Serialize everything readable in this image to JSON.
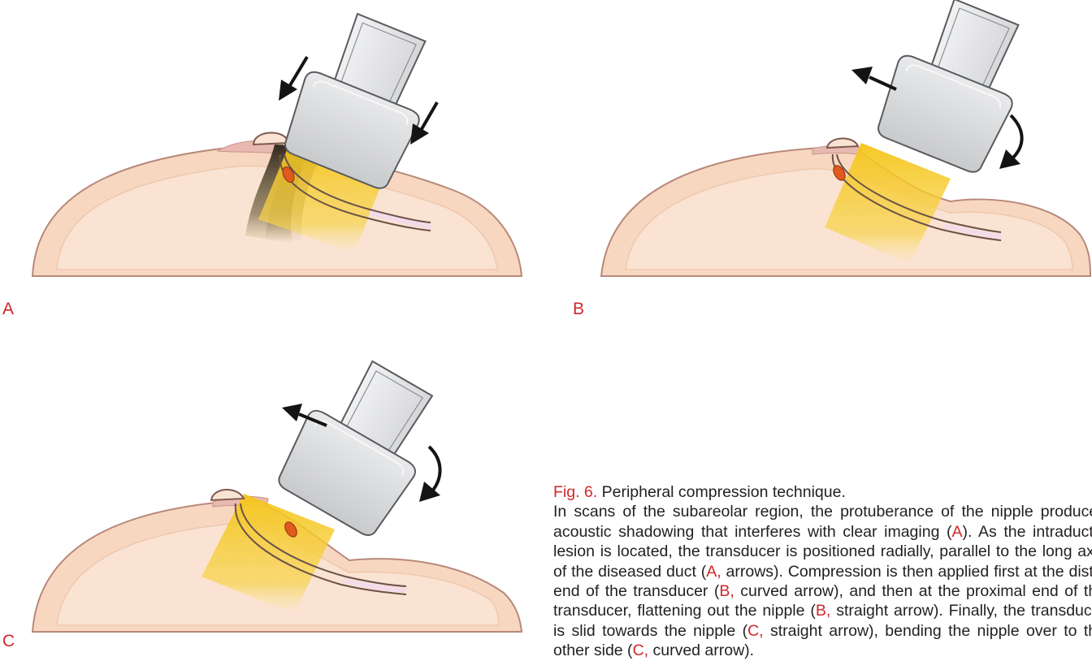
{
  "panels": [
    {
      "label": "A"
    },
    {
      "label": "B"
    },
    {
      "label": "C"
    }
  ],
  "caption": {
    "figure_number": "Fig. 6.",
    "title": "Peripheral compression technique.",
    "segments": [
      {
        "t": "In scans of the subareolar region, the protuberance of the nipple produces acoustic shadowing that interferes with clear imaging (",
        "ref": false
      },
      {
        "t": "A",
        "ref": true
      },
      {
        "t": "). As the intraductal lesion is located, the transducer is positioned radially, parallel to the long axis of the diseased duct (",
        "ref": false
      },
      {
        "t": "A,",
        "ref": true
      },
      {
        "t": " arrows). Compression is then applied first at the distal end of the transducer (",
        "ref": false
      },
      {
        "t": "B,",
        "ref": true
      },
      {
        "t": " curved arrow), and then at the proximal end of the transducer, flattening out the nipple (",
        "ref": false
      },
      {
        "t": "B,",
        "ref": true
      },
      {
        "t": " straight arrow). Finally, the transducer is slid towards the nipple (",
        "ref": false
      },
      {
        "t": "C,",
        "ref": true
      },
      {
        "t": " straight arrow), bending the nipple over to the other side (",
        "ref": false
      },
      {
        "t": "C,",
        "ref": true
      },
      {
        "t": " curved arrow).",
        "ref": false
      }
    ]
  },
  "colors": {
    "accent": "#d0262a",
    "skin": "#f8d7c0",
    "skin_outline": "#b8897a",
    "beam": "#f5c518",
    "lesion": "#e05a1e",
    "transducer": "#d9dadc"
  }
}
